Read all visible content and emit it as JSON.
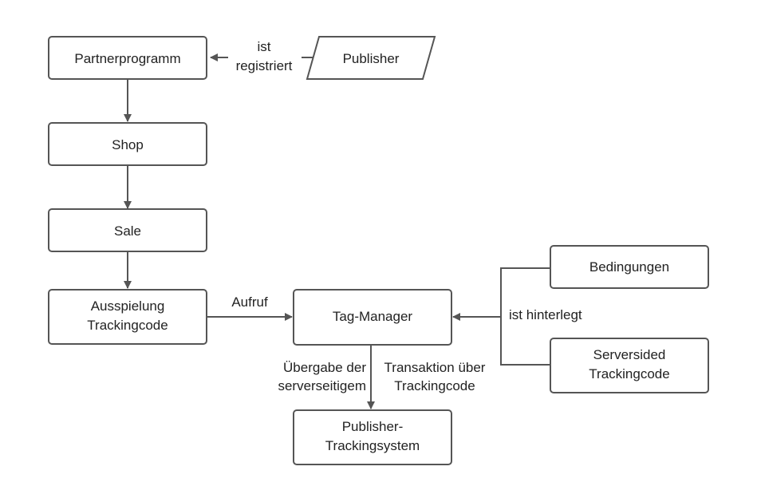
{
  "nodes": {
    "partnerprogramm": {
      "lines": [
        "Partnerprogramm"
      ]
    },
    "publisher": {
      "lines": [
        "Publisher"
      ]
    },
    "shop": {
      "lines": [
        "Shop"
      ]
    },
    "sale": {
      "lines": [
        "Sale"
      ]
    },
    "ausspielung": {
      "lines": [
        "Ausspielung",
        "Trackingcode"
      ]
    },
    "tagmanager": {
      "lines": [
        "Tag-Manager"
      ]
    },
    "bedingungen": {
      "lines": [
        "Bedingungen"
      ]
    },
    "serversided": {
      "lines": [
        "Serversided",
        "Trackingcode"
      ]
    },
    "publisher_tracking": {
      "lines": [
        "Publisher-",
        "Trackingsystem"
      ]
    }
  },
  "edges": {
    "publisher_to_partner": {
      "lines": [
        "ist",
        "registriert"
      ]
    },
    "ausspielung_to_tag": {
      "lines": [
        "Aufruf"
      ]
    },
    "conditions_to_tag": {
      "lines": [
        "ist hinterlegt"
      ]
    },
    "tag_to_tracking_left": {
      "lines": [
        "Übergabe der",
        "serverseitigem"
      ]
    },
    "tag_to_tracking_right": {
      "lines": [
        "Transaktion über",
        "Trackingcode"
      ]
    }
  },
  "colors": {
    "stroke": "#555555",
    "text": "#222222",
    "fill": "#ffffff"
  }
}
